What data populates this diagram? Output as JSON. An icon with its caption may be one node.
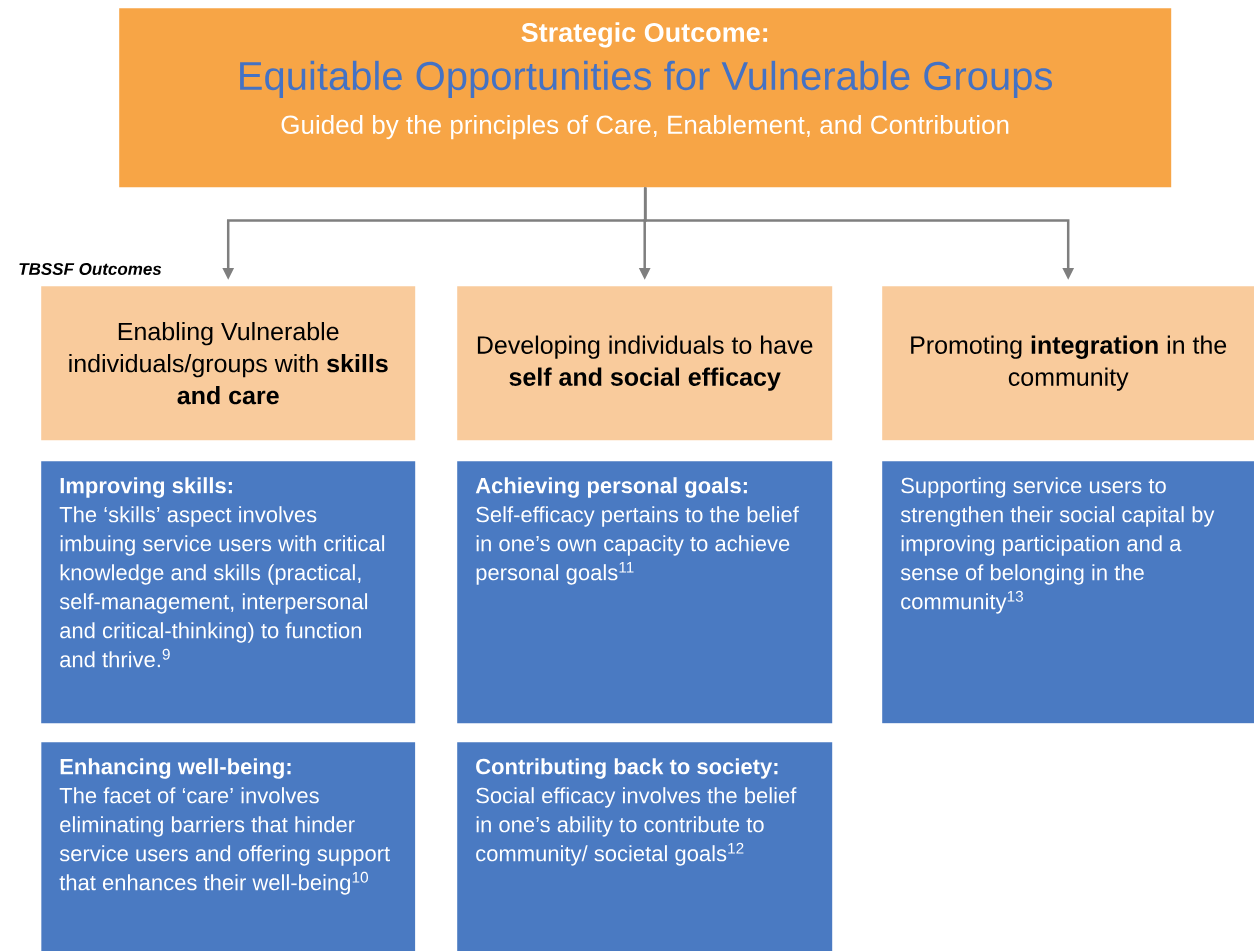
{
  "diagram": {
    "nodes": [
      {
        "text": [
          "Strategic Outcome:",
          "Equitable Opportunities for Vulnerable Groups",
          "Guided by the principles of Care, Enablement, and Contribution"
        ]
      },
      {
        "text": [
          "Enabling Vulnerable individuals/groups with **skills and care**"
        ]
      },
      {
        "text": [
          "Developing individuals to have **self and social efficacy**"
        ]
      },
      {
        "text": [
          "Promoting **integration** in the community"
        ]
      },
      {
        "text": [
          "Improving skills:",
          "The ‘skills’ aspect involves imbuing service users with critical knowledge and skills (practical, self-management, interpersonal and critical-thinking) to function and thrive.$^{9}$"
        ]
      },
      {
        "text": [
          "Enhancing well-being:",
          "The facet of ‘care’ involves eliminating barriers that hinder service users and offering support that enhances their well-being$^{10}$"
        ]
      },
      {
        "text": [
          "Achieving personal goals:",
          "Self-efficacy pertains to the belief in one’s own capacity to achieve personal goals$^{11}$"
        ]
      },
      {
        "text": [
          "Contributing back to society:",
          "Social efficacy involves the belief in one’s ability to contribute to community/ societal goals$^{12}$"
        ]
      },
      {
        "text": [
          "Supporting service users to strengthen their social capital by improving participation and a sense of belonging in the community$^{13}$"
        ]
      }
    ],
    "edges": [
      {
        "from": 0,
        "to": 1,
        "arrow": "to"
      },
      {
        "from": 0,
        "to": 2,
        "arrow": "to"
      },
      {
        "from": 0,
        "to": 3,
        "arrow": "to"
      }
    ],
    "labels": [
      "TBSSF Outcomes"
    ]
  }
}
